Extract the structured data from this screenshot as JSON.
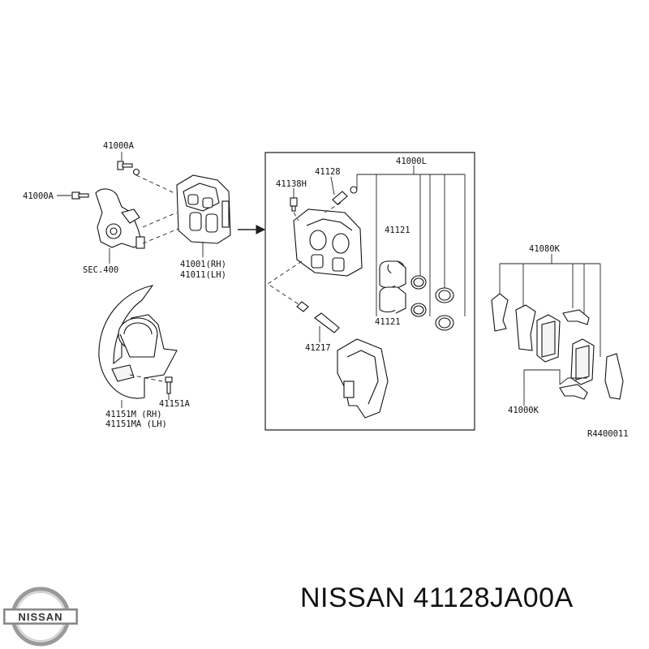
{
  "diagram": {
    "labels": {
      "l41000A_top": "41000A",
      "l41000A_left": "41000A",
      "sec400": "SEC.400",
      "l41001": "41001(RH)",
      "l41011": "41011(LH)",
      "l41000L": "41000L",
      "l41128": "41128",
      "l41138H": "41138H",
      "l41121a": "41121",
      "l41121b": "41121",
      "l41217": "41217",
      "l41151M": "41151M   (RH)",
      "l41151MA": "41151MA (LH)",
      "l41151A": "41151A",
      "l41080K": "41080K",
      "l41000K": "41000K",
      "ref": "R4400011"
    }
  },
  "footer": {
    "caption": "NISSAN 41128JA00A",
    "logo_text": "NISSAN"
  }
}
